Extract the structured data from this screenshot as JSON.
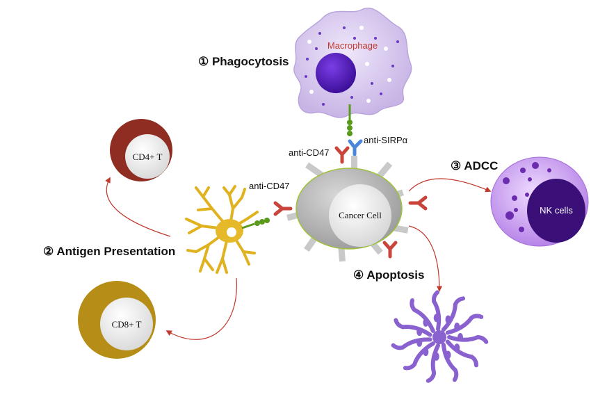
{
  "labels": {
    "phagocytosis": "① Phagocytosis",
    "antigen_presentation": "② Antigen Presentation",
    "adcc": "③ ADCC",
    "apoptosis": "④ Apoptosis",
    "anti_cd47_top": "anti-CD47",
    "anti_cd47_left": "anti-CD47",
    "anti_sirpa": "anti-SIRPα"
  },
  "cells": {
    "macrophage": "Macrophage",
    "cancer_cell": "Cancer Cell",
    "nk_cells": "NK cells",
    "cd4_t": "CD4+ T",
    "cd8_t": "CD8+ T"
  },
  "colors": {
    "macrophage_body": "#d7c9ec",
    "macrophage_nucleus": "#5b1fbf",
    "macrophage_label": "#c0392b",
    "cancer_outer": "#b9b9b9",
    "cancer_inner": "#e9e9e9",
    "nk_outer": "#c9a0ee",
    "nk_inner": "#3a0f78",
    "cd4_outer": "#8f2d22",
    "cd8_outer": "#b58d17",
    "dendritic": "#e5b92a",
    "antibody_red": "#c9443a",
    "antibody_blue": "#4a86d9",
    "receptor_green": "#5a9a1a",
    "arrow": "#c0392b",
    "apoptotic_body": "#8a62d0"
  }
}
